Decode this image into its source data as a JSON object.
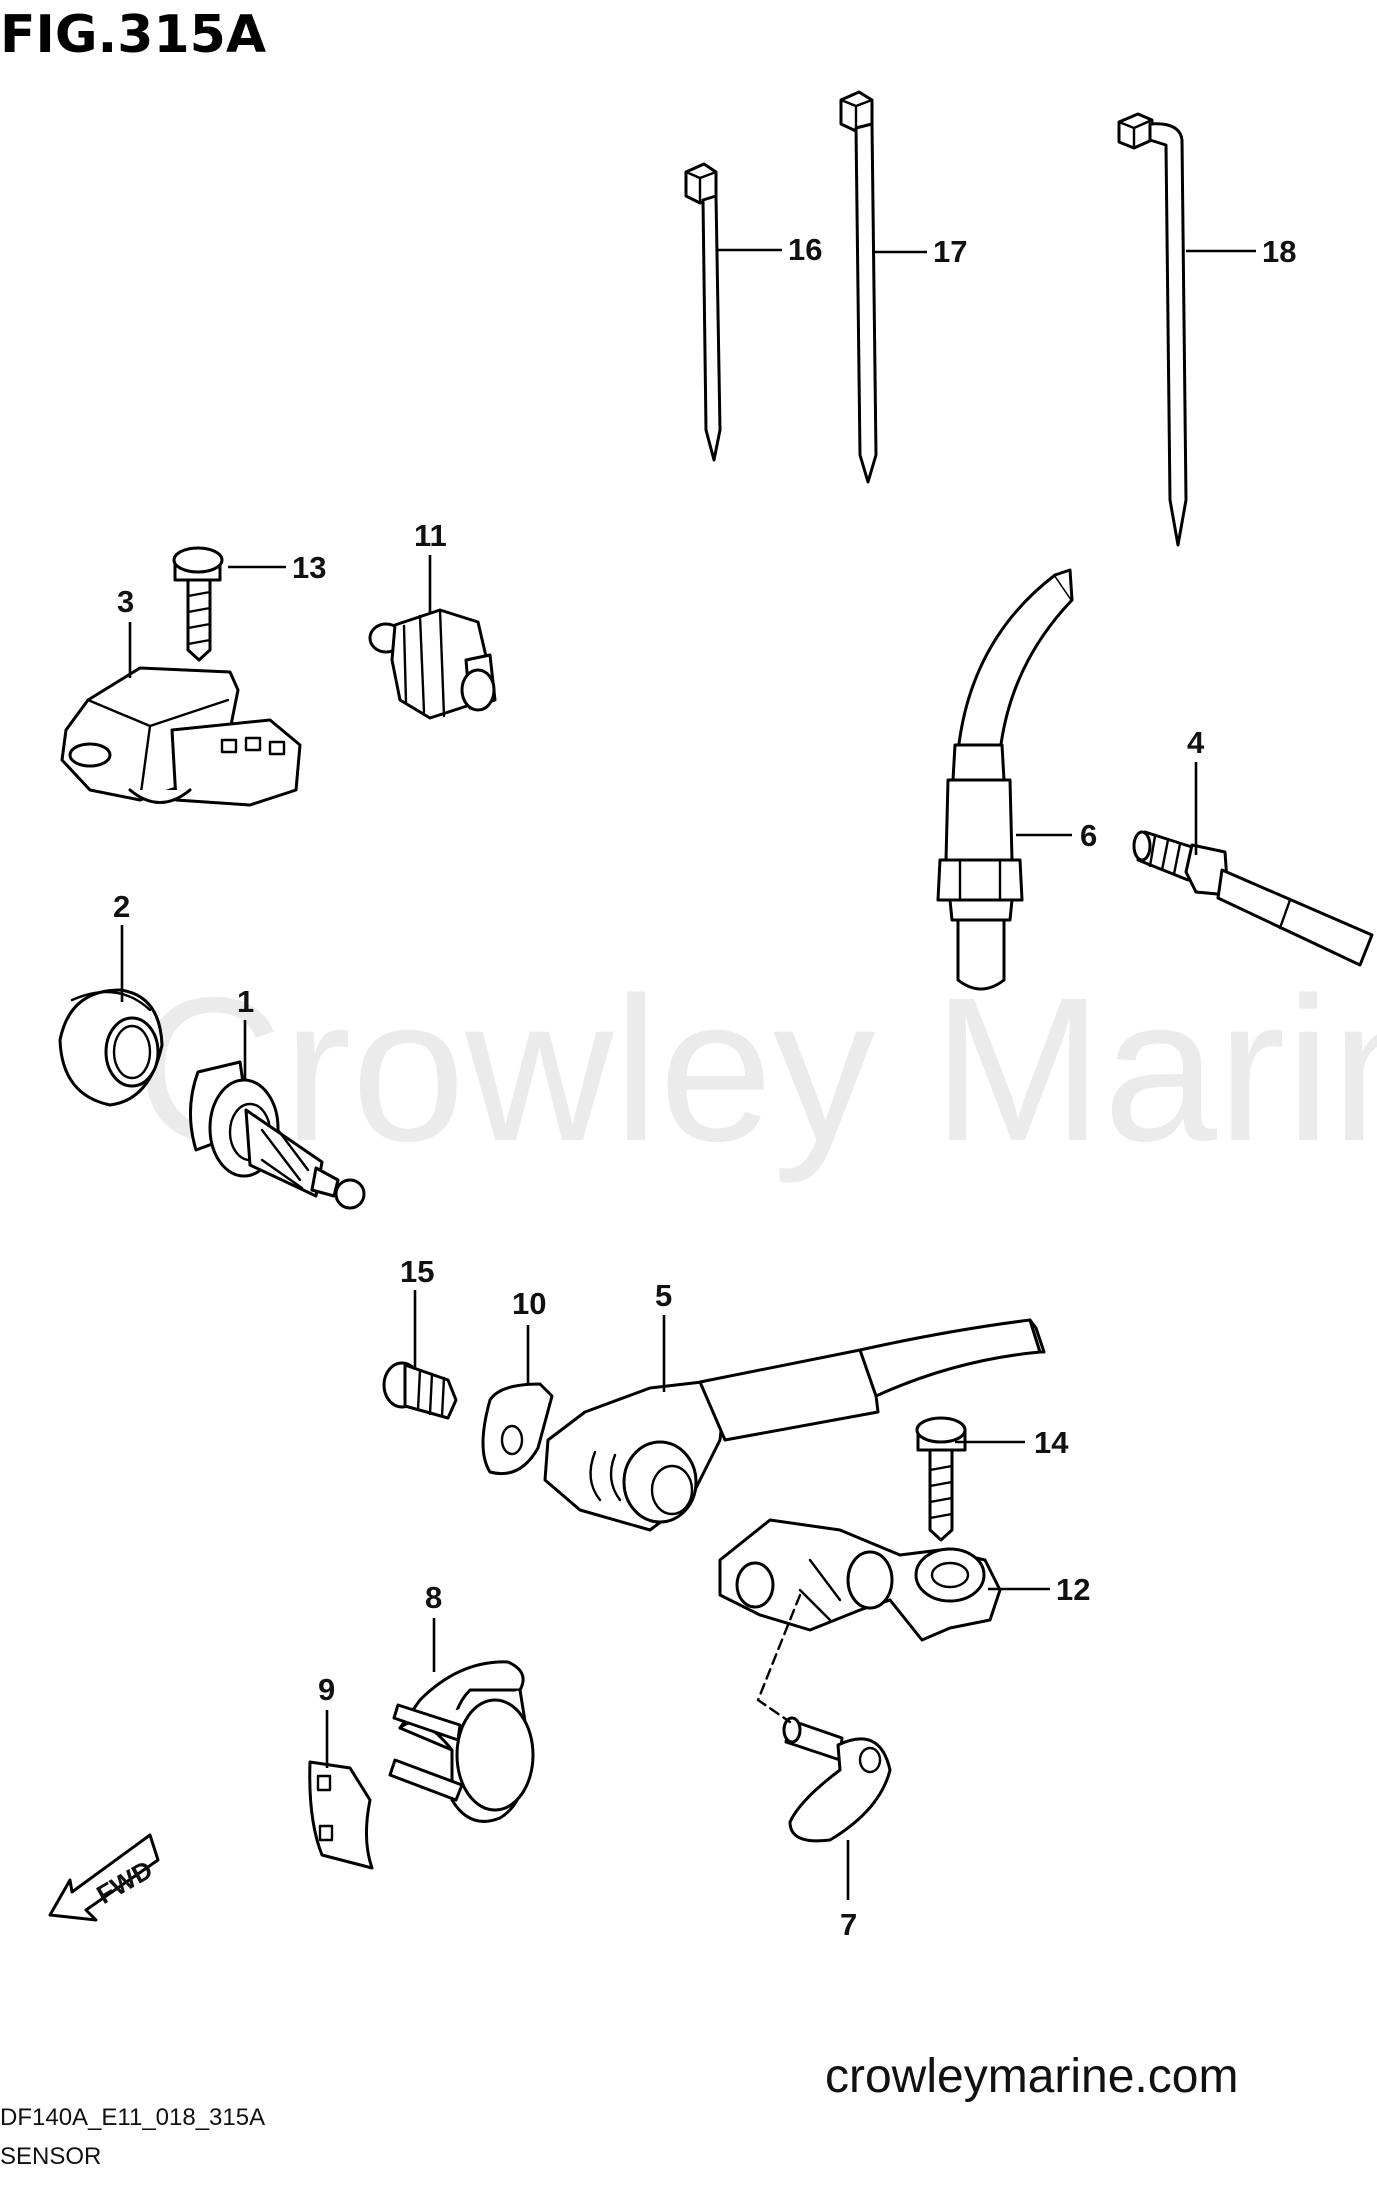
{
  "figure": {
    "title": "FIG.315A",
    "watermark": "Crowley Marine",
    "code": "DF140A_E11_018_315A",
    "section": "SENSOR",
    "website": "crowleymarine.com",
    "direction_badge": "FWD",
    "line_color": "#000000",
    "watermark_color": "#dcdcdc"
  },
  "callouts": {
    "c1": "1",
    "c2": "2",
    "c3": "3",
    "c4": "4",
    "c5": "5",
    "c6": "6",
    "c7": "7",
    "c8": "8",
    "c9": "9",
    "c10": "10",
    "c11": "11",
    "c12": "12",
    "c13": "13",
    "c14": "14",
    "c15": "15",
    "c16": "16",
    "c17": "17",
    "c18": "18"
  },
  "icons": {
    "fwd_arrow": "arrow-down-left-icon"
  }
}
